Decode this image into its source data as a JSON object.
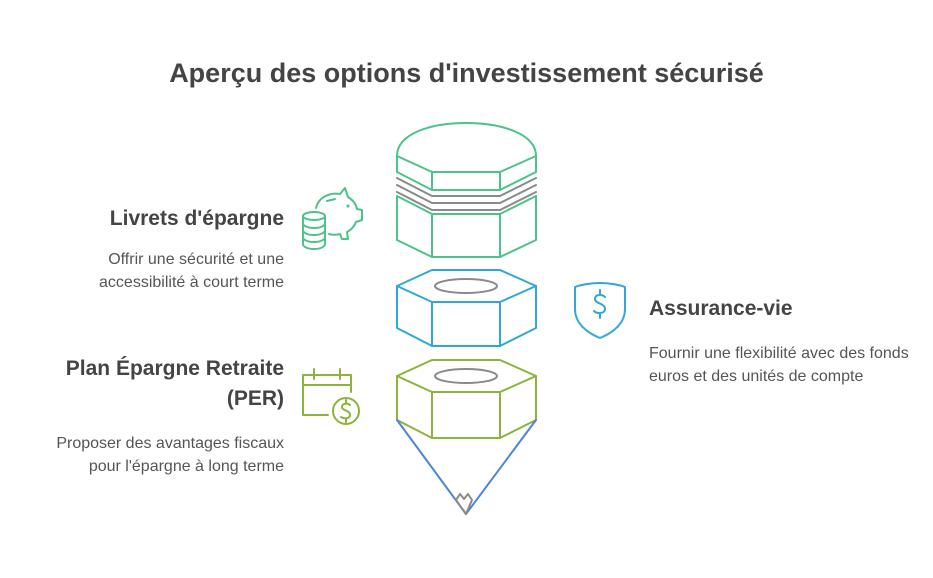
{
  "title": "Aperçu des options d'investissement sécurisé",
  "items": [
    {
      "title": "Livrets d'épargne",
      "description": "Offrir une sécurité et une accessibilité à court terme",
      "icon": "piggy-bank-coins-icon",
      "color": "#4cc38a"
    },
    {
      "title": "Assurance-vie",
      "description": "Fournir une flexibilité avec des fonds euros et des unités de compte",
      "icon": "shield-dollar-icon",
      "color": "#2fa8d8"
    },
    {
      "title": "Plan Épargne Retraite (PER)",
      "description": "Proposer des avantages fiscaux pour l'épargne à long terme",
      "icon": "calendar-dollar-icon",
      "color": "#8cb43c"
    }
  ],
  "colors": {
    "eraser": "#4cc38a",
    "ferrule": "#8a8a8a",
    "middle_nut": "#2fa8d8",
    "lower_nut": "#8cb43c",
    "tip": "#4a86d8",
    "tip_point": "#8a8a8a"
  }
}
